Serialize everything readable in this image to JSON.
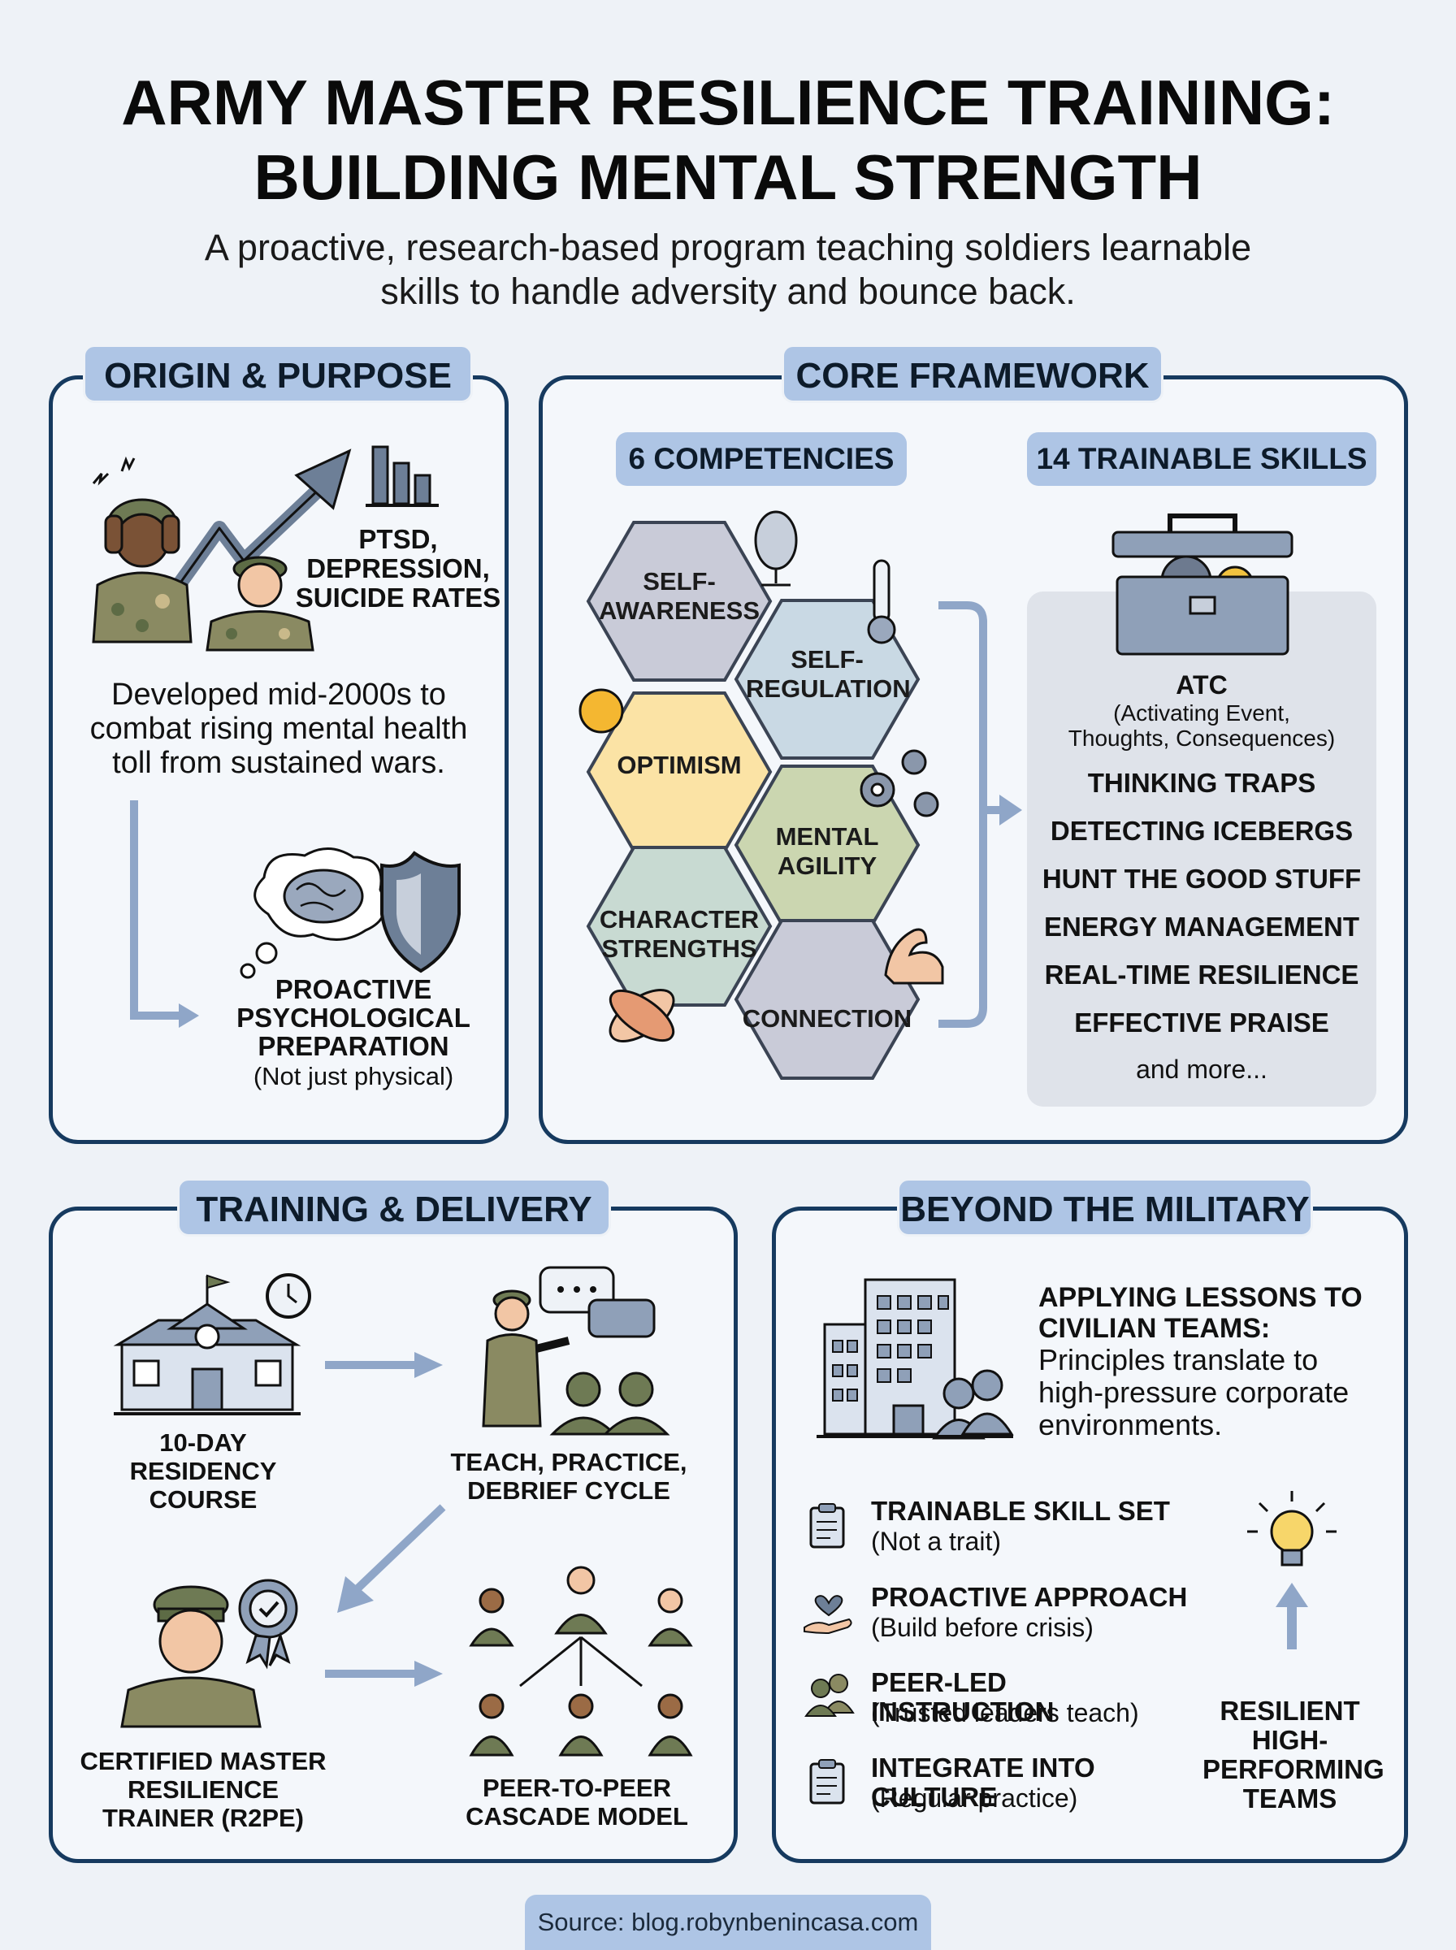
{
  "title_line1": "ARMY MASTER RESILIENCE TRAINING:",
  "title_line2": "BUILDING MENTAL STRENGTH",
  "subtitle_line1": "A proactive, research-based program teaching soldiers learnable",
  "subtitle_line2": "skills to handle adversity and bounce back.",
  "origin": {
    "heading": "ORIGIN & PURPOSE",
    "stats_label_1": "PTSD,",
    "stats_label_2": "DEPRESSION,",
    "stats_label_3": "SUICIDE RATES",
    "desc_1": "Developed mid-2000s to",
    "desc_2": "combat rising mental health",
    "desc_3": "toll from sustained wars.",
    "proactive_1": "PROACTIVE",
    "proactive_2": "PSYCHOLOGICAL",
    "proactive_3": "PREPARATION",
    "proactive_note": "(Not just physical)"
  },
  "core": {
    "heading": "CORE FRAMEWORK",
    "competencies_heading": "6 COMPETENCIES",
    "skills_heading": "14 TRAINABLE SKILLS",
    "competencies": [
      {
        "line1": "SELF-",
        "line2": "AWARENESS",
        "color": "#c9cbd8"
      },
      {
        "line1": "SELF-",
        "line2": "REGULATION",
        "color": "#c9d9e4"
      },
      {
        "line1": "OPTIMISM",
        "line2": "",
        "color": "#fbe3a5"
      },
      {
        "line1": "MENTAL",
        "line2": "AGILITY",
        "color": "#cbd6b0"
      },
      {
        "line1": "CHARACTER",
        "line2": "STRENGTHS",
        "color": "#c8dad2"
      },
      {
        "line1": "CONNECTION",
        "line2": "",
        "color": "#c9cbd8"
      }
    ],
    "atc_title": "ATC",
    "atc_note_1": "(Activating Event,",
    "atc_note_2": "Thoughts, Consequences)",
    "skills": [
      "THINKING TRAPS",
      "DETECTING ICEBERGS",
      "HUNT THE GOOD STUFF",
      "ENERGY MANAGEMENT",
      "REAL-TIME RESILIENCE",
      "EFFECTIVE PRAISE"
    ],
    "more": "and more..."
  },
  "training": {
    "heading": "TRAINING & DELIVERY",
    "step1": [
      "10-DAY",
      "RESIDENCY",
      "COURSE"
    ],
    "step2": [
      "TEACH, PRACTICE,",
      "DEBRIEF CYCLE"
    ],
    "step3": [
      "CERTIFIED MASTER",
      "RESILIENCE",
      "TRAINER (R2PE)"
    ],
    "step4": [
      "PEER-TO-PEER",
      "CASCADE MODEL"
    ]
  },
  "beyond": {
    "heading": "BEYOND THE MILITARY",
    "apply_title_1": "APPLYING LESSONS TO",
    "apply_title_2": "CIVILIAN TEAMS:",
    "apply_text_1": "Principles translate to",
    "apply_text_2": "high-pressure corporate",
    "apply_text_3": "environments.",
    "points": [
      {
        "title": "TRAINABLE SKILL SET",
        "note": "(Not a trait)",
        "icon": "clipboard-icon"
      },
      {
        "title": "PROACTIVE APPROACH",
        "note": "(Build before crisis)",
        "icon": "heart-hand-icon"
      },
      {
        "title": "PEER-LED INSTRUCTION",
        "note": "(Trusted leaders teach)",
        "icon": "people-icon"
      },
      {
        "title": "INTEGRATE INTO CULTURE",
        "note": "(Regular practice)",
        "icon": "clipboard-icon"
      }
    ],
    "result_1": "RESILIENT",
    "result_2": "HIGH-",
    "result_3": "PERFORMING",
    "result_4": "TEAMS"
  },
  "source": "Source: blog.robynbenincasa.com"
}
